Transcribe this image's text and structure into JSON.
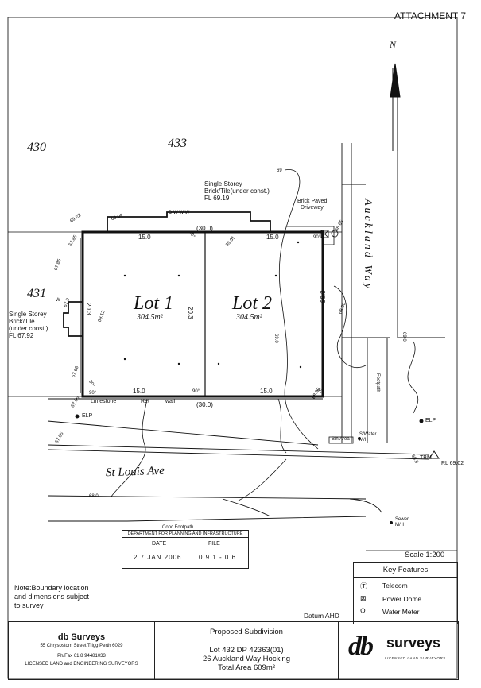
{
  "attachment": "ATTACHMENT 7",
  "north": "N",
  "neighbours": {
    "lot_430": "430",
    "lot_433": "433",
    "lot_431": "431"
  },
  "house_north": {
    "line1": "Single Storey",
    "line2": "Brick/Tile(under const.)",
    "line3": "FL 69.19"
  },
  "house_west": {
    "line1": "Single Storey",
    "line2": "Brick/Tile",
    "line3": "(under const.)",
    "line4": "FL 67.92"
  },
  "driveway": {
    "line1": "Brick Paved",
    "line2": "Driveway"
  },
  "lots": [
    {
      "label": "Lot 1",
      "area": "304.5m²"
    },
    {
      "label": "Lot 2",
      "area": "304.5m²"
    }
  ],
  "dimensions": {
    "top_left": "15.0",
    "top_total": "(30.0)",
    "top_right": "15.0",
    "bottom_left": "15.0",
    "bottom_total": "(30.0)",
    "bottom_right": "15.0",
    "side_left": "20.3",
    "side_middle": "20.3",
    "side_right": "20.3"
  },
  "levels": {
    "l69": "69",
    "l6909": "69.09",
    "l6922": "69.22",
    "l6785": "67.85",
    "l6785b": "67.85",
    "l6765": "67.65",
    "l6768": "67.68",
    "l6766": "67.66",
    "l6912": "69.12",
    "l679": "67.9",
    "l6901": "69.01",
    "l6865": "68.65",
    "l6880": "68.90",
    "l6890": "68.90",
    "l690a": "69.0",
    "l690b": "69.0",
    "l680": "68.0",
    "l690c": "69.0"
  },
  "angles": {
    "a1": "90°",
    "a2": "90°",
    "a3": "90°",
    "a4": "90°",
    "a5": "90°",
    "a6": "90°"
  },
  "window_marks": "D   W   W       W",
  "west_marks": "W",
  "bottom_features": {
    "limestone": "Limestone",
    "ret": "Ret",
    "wall": "wall"
  },
  "roads": {
    "auckland": "Auckland Way",
    "st_louis": "St Louis Ave"
  },
  "footpath": "Footpath",
  "conc_footpath": "Conc Footpath",
  "elp_left": "ELP",
  "elp_right": "ELP",
  "bin_area": "Bin Area",
  "swater": {
    "line1": "S/Water",
    "line2": "M/H"
  },
  "sewer": {
    "line1": "Sewer",
    "line2": "M/H"
  },
  "tbm": {
    "line1": "TBM",
    "line2": "RL 69.02"
  },
  "stamp": {
    "dept": "DEPARTMENT FOR PLANNING AND INFRASTRUCTURE",
    "date_label": "DATE",
    "file_label": "FILE",
    "date_value": "2 7 JAN 2006",
    "file_value": "0 9 1 - 0 6"
  },
  "scale": "Scale 1:200",
  "note": {
    "line1": "Note:Boundary location",
    "line2": "and dimensions subject",
    "line3": "to survey"
  },
  "datum": "Datum AHD",
  "key": {
    "title": "Key Features",
    "items": [
      {
        "glyph": "Ⓣ",
        "label": "Telecom"
      },
      {
        "glyph": "⊠",
        "label": "Power Dome"
      },
      {
        "glyph": "Ω",
        "label": "Water Meter"
      }
    ]
  },
  "title_block": {
    "company": "db Surveys",
    "address": "55 Chrysostom Street Trigg Perth 6029",
    "phone": "Ph/Fax 61 8 94481033",
    "licence": "LICENSED LAND and ENGINEERING SURVEYORS",
    "proposal": "Proposed Subdivision",
    "lot_dp": "Lot 432 DP 42363(01)",
    "address_site": "26 Auckland Way Hocking",
    "total_area": "Total Area 609m²",
    "logo_db": "db",
    "logo_surveys": "surveys",
    "logo_tag": "LICENSED LAND SURVEYORS"
  }
}
